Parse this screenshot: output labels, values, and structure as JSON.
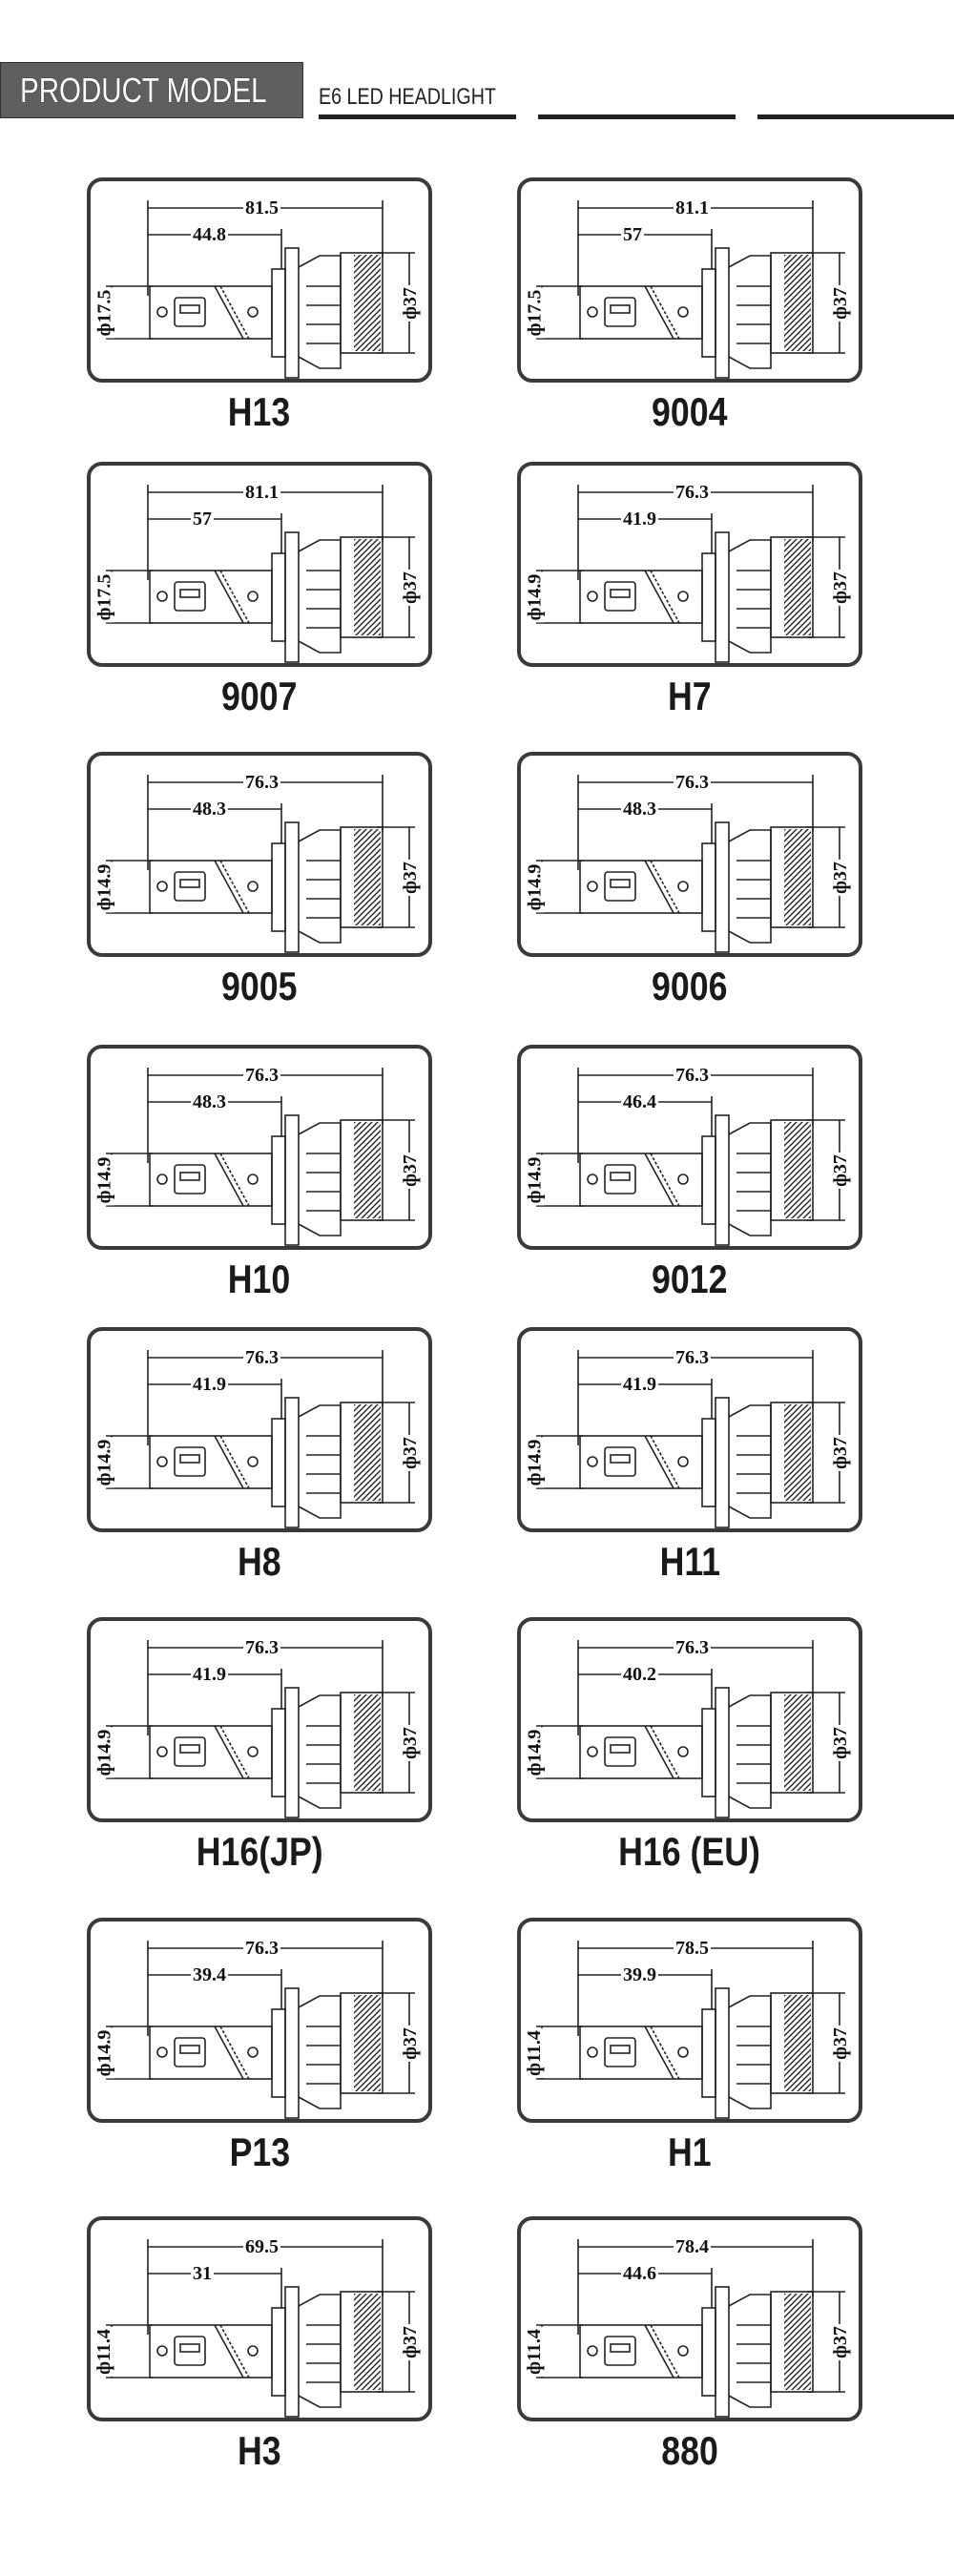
{
  "header": {
    "title": "PRODUCT MODEL",
    "subtitle": "E6 LED HEADLIGHT"
  },
  "models": [
    {
      "name": "H13",
      "overall": "81.5",
      "base": "44.8",
      "neck": "ф17.5",
      "head": "ф37"
    },
    {
      "name": "9004",
      "overall": "81.1",
      "base": "57",
      "neck": "ф17.5",
      "head": "ф37"
    },
    {
      "name": "9007",
      "overall": "81.1",
      "base": "57",
      "neck": "ф17.5",
      "head": "ф37"
    },
    {
      "name": "H7",
      "overall": "76.3",
      "base": "41.9",
      "neck": "ф14.9",
      "head": "ф37"
    },
    {
      "name": "9005",
      "overall": "76.3",
      "base": "48.3",
      "neck": "ф14.9",
      "head": "ф37"
    },
    {
      "name": "9006",
      "overall": "76.3",
      "base": "48.3",
      "neck": "ф14.9",
      "head": "ф37"
    },
    {
      "name": "H10",
      "overall": "76.3",
      "base": "48.3",
      "neck": "ф14.9",
      "head": "ф37"
    },
    {
      "name": "9012",
      "overall": "76.3",
      "base": "46.4",
      "neck": "ф14.9",
      "head": "ф37"
    },
    {
      "name": "H8",
      "overall": "76.3",
      "base": "41.9",
      "neck": "ф14.9",
      "head": "ф37"
    },
    {
      "name": "H11",
      "overall": "76.3",
      "base": "41.9",
      "neck": "ф14.9",
      "head": "ф37"
    },
    {
      "name": "H16(JP)",
      "overall": "76.3",
      "base": "41.9",
      "neck": "ф14.9",
      "head": "ф37"
    },
    {
      "name": "H16 (EU)",
      "overall": "76.3",
      "base": "40.2",
      "neck": "ф14.9",
      "head": "ф37"
    },
    {
      "name": "P13",
      "overall": "76.3",
      "base": "39.4",
      "neck": "ф14.9",
      "head": "ф37"
    },
    {
      "name": "H1",
      "overall": "78.5",
      "base": "39.9",
      "neck": "ф11.4",
      "head": "ф37"
    },
    {
      "name": "H3",
      "overall": "69.5",
      "base": "31",
      "neck": "ф11.4",
      "head": "ф37"
    },
    {
      "name": "880",
      "overall": "78.4",
      "base": "44.6",
      "neck": "ф11.4",
      "head": "ф37"
    }
  ]
}
